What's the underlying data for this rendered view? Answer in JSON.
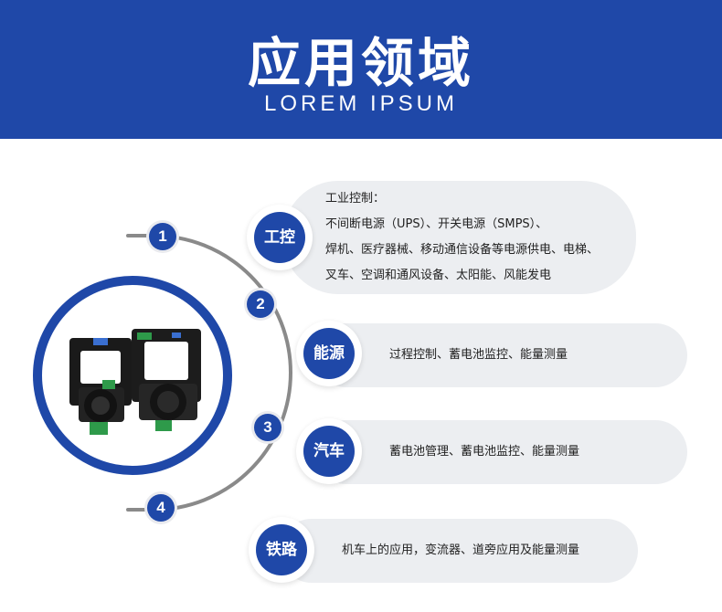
{
  "banner": {
    "title": "应用领域",
    "subtitle": "LOREM IPSUM"
  },
  "colors": {
    "brand_blue": "#1f48a8",
    "pill_bg": "#eceef1",
    "arc_gray": "#8a8a8a"
  },
  "numbers": [
    "1",
    "2",
    "3",
    "4"
  ],
  "product": {
    "icon": "current-sensor-product-image"
  },
  "items": [
    {
      "badge": "工控",
      "lines": [
        "工业控制：",
        "不间断电源（UPS）、开关电源（SMPS）、",
        "焊机、医疗器械、移动通信设备等电源供电、电梯、",
        "叉车、空调和通风设备、太阳能、风能发电"
      ]
    },
    {
      "badge": "能源",
      "lines": [
        "过程控制、蓄电池监控、能量测量"
      ]
    },
    {
      "badge": "汽车",
      "lines": [
        "蓄电池管理、蓄电池监控、能量测量"
      ]
    },
    {
      "badge": "铁路",
      "lines": [
        "机车上的应用，变流器、道旁应用及能量测量"
      ]
    }
  ]
}
